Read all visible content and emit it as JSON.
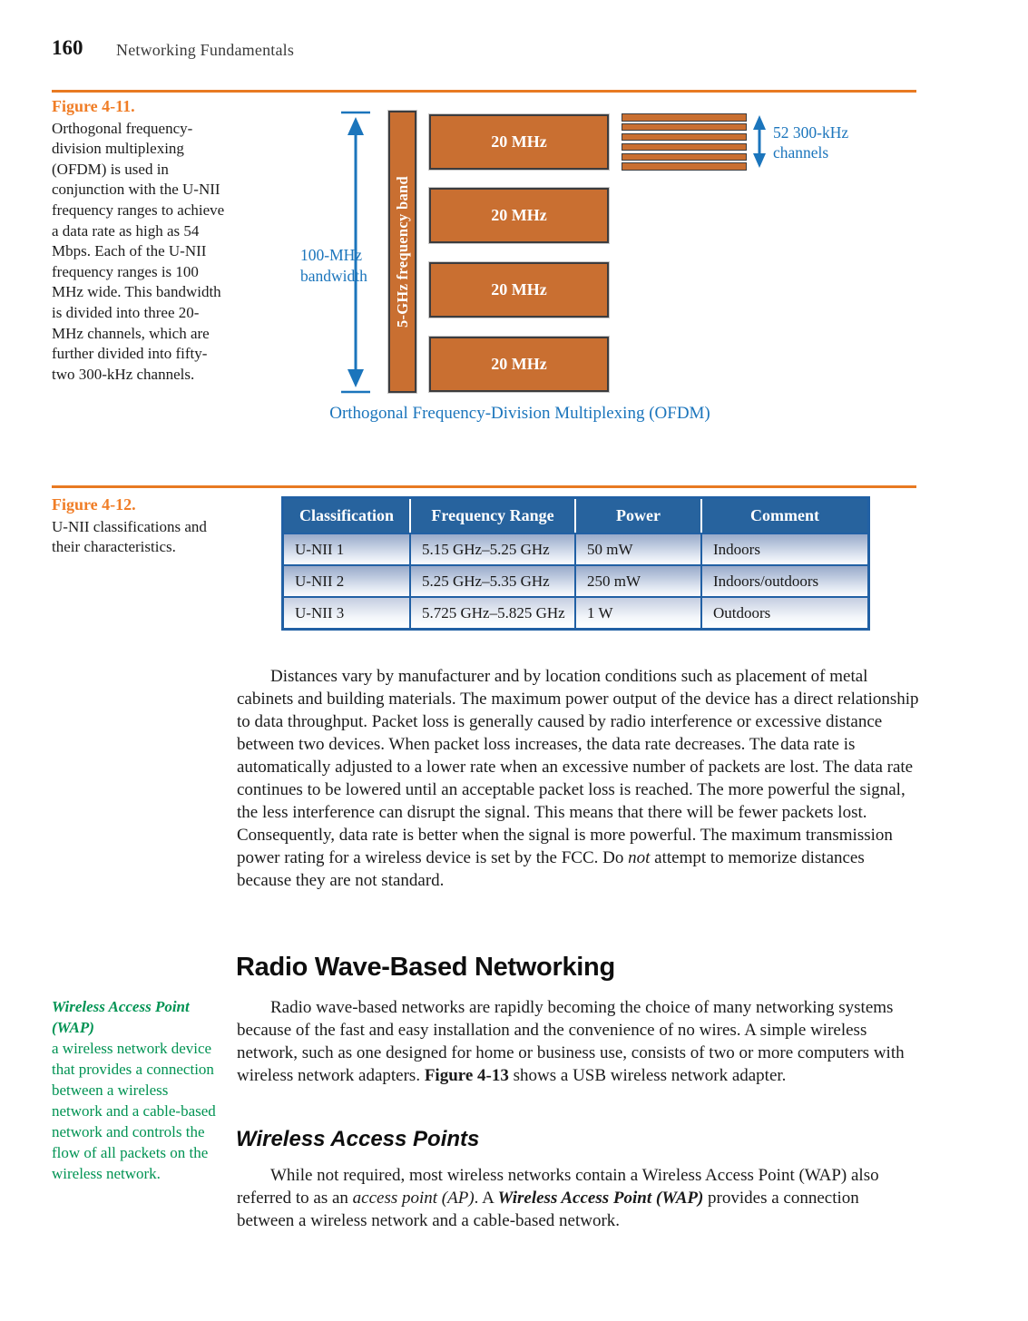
{
  "page": {
    "number": "160",
    "book_title": "Networking Fundamentals"
  },
  "colors": {
    "rule_orange": "#e87a22",
    "figure_label_orange": "#f07d26",
    "diagram_orange": "#c96f31",
    "diagram_blue": "#1b75bc",
    "table_header_blue": "#27639e",
    "table_border_blue": "#2160a4",
    "margin_green": "#009353"
  },
  "figure_4_11": {
    "label": "Figure 4-11.",
    "caption": "Orthogonal frequency-division multiplexing (OFDM) is used in conjunction with the U-NII frequency ranges to achieve a data rate as high as 54 Mbps. Each of the U-NII frequency ranges is 100 MHz wide. This bandwidth is divided into three 20-MHz channels, which are further divided into fifty-two 300-kHz channels.",
    "diagram": {
      "bandwidth_lines": [
        "100-MHz",
        "bandwidth"
      ],
      "band_label": "5-GHz frequency band",
      "channels": [
        "20 MHz",
        "20 MHz",
        "20 MHz",
        "20 MHz"
      ],
      "subchannel_lines": [
        "52 300-kHz",
        "channels"
      ],
      "title": "Orthogonal Frequency-Division Multiplexing (OFDM)"
    }
  },
  "figure_4_12": {
    "label": "Figure 4-12.",
    "caption": "U-NII classifications and their characteristics.",
    "table": {
      "headers": [
        "Classification",
        "Frequency Range",
        "Power",
        "Comment"
      ],
      "rows": [
        {
          "classification": "U-NII 1",
          "frequency_range": "5.15 GHz–5.25 GHz",
          "power": "50 mW",
          "comment": "Indoors"
        },
        {
          "classification": "U-NII 2",
          "frequency_range": "5.25 GHz–5.35 GHz",
          "power": "250 mW",
          "comment": "Indoors/outdoors"
        },
        {
          "classification": "U-NII 3",
          "frequency_range": "5.725 GHz–5.825 GHz",
          "power": "1 W",
          "comment": "Outdoors"
        }
      ]
    }
  },
  "body": {
    "para1_segments": [
      {
        "t": "Distances vary by manufacturer and by location conditions such as placement of metal cabinets and building materials. The maximum power output of the device has a direct relationship to data throughput. Packet loss is generally caused by radio interference or excessive distance between two devices. When packet loss increases, the data rate decreases. The data rate is automatically adjusted to a lower rate when an excessive number of packets are lost. The data rate continues to be lowered until an acceptable packet loss is reached. The more powerful the signal, the less interference can disrupt the signal. This means that there will be fewer packets lost. Consequently, data rate is better when the signal is more powerful. The maximum transmission power rating for a wireless device is set by the FCC. Do "
      },
      {
        "t": "not",
        "i": true
      },
      {
        "t": " attempt to memorize distances because they are not standard."
      }
    ],
    "heading1": "Radio Wave-Based Networking",
    "para2_segments": [
      {
        "t": "Radio wave-based networks are rapidly becoming the choice of many networking systems because of the fast and easy installation and the convenience of no wires. A simple wireless network, such as one designed for home or business use, consists of two or more computers with wireless network adapters. "
      },
      {
        "t": "Figure 4-13",
        "b": true
      },
      {
        "t": " shows a USB wireless network adapter."
      }
    ],
    "heading2": "Wireless Access Points",
    "para3_segments": [
      {
        "t": "While not required, most wireless networks contain a Wireless Access Point (WAP) also referred to as an "
      },
      {
        "t": "access point (AP)",
        "i": true
      },
      {
        "t": ". A "
      },
      {
        "t": "Wireless Access Point (WAP)",
        "b": true,
        "i": true
      },
      {
        "t": " provides a connection between a wireless network and a cable-based network."
      }
    ]
  },
  "margin_note": {
    "term": "Wireless Access Point (WAP)",
    "definition": "a wireless network device that provides a connection between a wireless network and a cable-based network and controls the flow of all packets on the wireless network."
  }
}
